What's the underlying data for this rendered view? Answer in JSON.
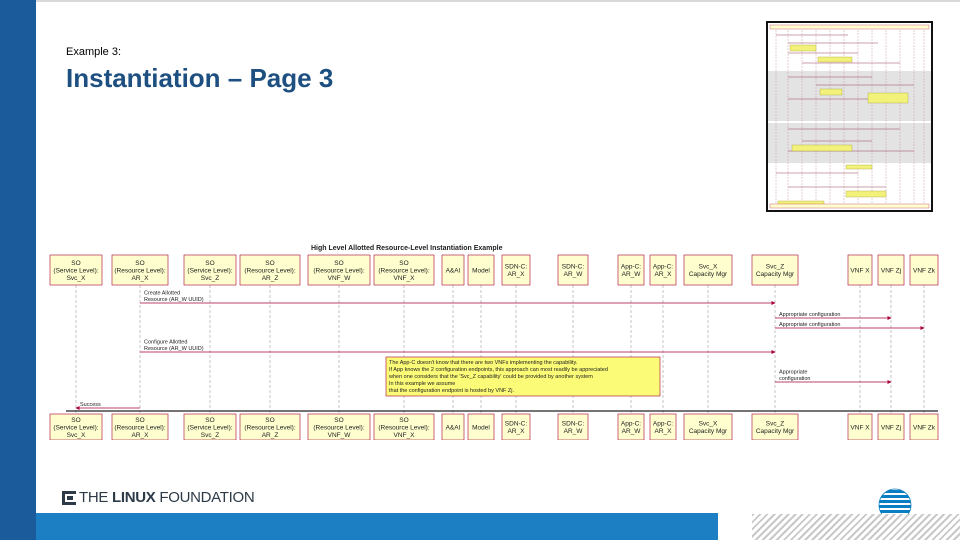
{
  "slide": {
    "example_label": "Example 3:",
    "title": "Instantiation – Page 3"
  },
  "footer": {
    "lf_logo": {
      "part1": "THE ",
      "part2": "LINUX",
      "part3": " FOUNDATION",
      "icon": "lf-bracket-icon"
    },
    "att_logo": {
      "icon": "att-globe-icon"
    }
  },
  "colors": {
    "left_bar": "#1c5b9b",
    "bottom_bar": "#1c7fc4",
    "title": "#1d4f80",
    "participant_fill": "#fefece",
    "participant_stroke": "#a80036",
    "note_fill": "#fbfb77"
  },
  "diagram": {
    "title": "High Level Allotted Resource-Level Instantiation Example",
    "participants": [
      {
        "lines": [
          "SO",
          "(Service Level):",
          "Svc_X"
        ]
      },
      {
        "lines": [
          "SO",
          "(Resource Level):",
          "AR_X"
        ]
      },
      {
        "lines": [
          "SO",
          "(Service Level):",
          "Svc_Z"
        ]
      },
      {
        "lines": [
          "SO",
          "(Resource Level):",
          "AR_Z"
        ]
      },
      {
        "lines": [
          "SO",
          "(Resource Level):",
          "VNF_W"
        ]
      },
      {
        "lines": [
          "SO",
          "(Resource Level):",
          "VNF_X"
        ]
      },
      {
        "lines": [
          "A&AI"
        ]
      },
      {
        "lines": [
          "Model"
        ]
      },
      {
        "lines": [
          "SDN-C:",
          "AR_X"
        ]
      },
      {
        "lines": [
          "SDN-C:",
          "AR_W"
        ]
      },
      {
        "lines": [
          "App-C:",
          "AR_W"
        ]
      },
      {
        "lines": [
          "App-C:",
          "AR_X"
        ]
      },
      {
        "lines": [
          "Svc_X",
          "Capacity Mgr"
        ]
      },
      {
        "lines": [
          "Svc_Z",
          "Capacity Mgr"
        ]
      },
      {
        "lines": [
          "VNF X"
        ]
      },
      {
        "lines": [
          "VNF Zj"
        ]
      },
      {
        "lines": [
          "VNF Zk"
        ]
      }
    ],
    "bottom_participants": [
      {
        "lines": [
          "SO",
          "(Service Level):",
          "Svc_X"
        ]
      },
      {
        "lines": [
          "SO",
          "(Resource Level):",
          "AR_X"
        ]
      },
      {
        "lines": [
          "SO",
          "(Service Level):",
          "Svc_Z"
        ]
      },
      {
        "lines": [
          "SO",
          "(Resource Level):",
          "AR_Z"
        ]
      },
      {
        "lines": [
          "SO",
          "(Resource Level):",
          "VNF_W"
        ]
      },
      {
        "lines": [
          "SO",
          "(Resource Level):",
          "VNF_X"
        ]
      },
      {
        "lines": [
          "A&AI"
        ]
      },
      {
        "lines": [
          "Model"
        ]
      },
      {
        "lines": [
          "SDN-C:",
          "AR_X"
        ]
      },
      {
        "lines": [
          "SDN-C:",
          "AR_W"
        ]
      },
      {
        "lines": [
          "App-C:",
          "AR_W"
        ]
      },
      {
        "lines": [
          "App-C:",
          "AR_X"
        ]
      },
      {
        "lines": [
          "Svc_X",
          "Capacity Mgr"
        ]
      },
      {
        "lines": [
          "Svc_Z",
          "Capacity Mgr"
        ]
      },
      {
        "lines": [
          "VNF X"
        ]
      },
      {
        "lines": [
          "VNF Zj"
        ]
      },
      {
        "lines": [
          "VNF Zk"
        ]
      }
    ],
    "messages": [
      {
        "from": 1,
        "to": 13,
        "lines": [
          "Create Allotted",
          "Resource (AR_W UUID)"
        ]
      },
      {
        "from": 13,
        "to": 15,
        "lines": [
          "Appropriate configuration"
        ]
      },
      {
        "from": 13,
        "to": 16,
        "lines": [
          "Appropriate configuration"
        ]
      },
      {
        "from": 1,
        "to": 13,
        "lines": [
          "Configure Allotted",
          "Resource (AR_W UUID)"
        ]
      },
      {
        "from": 13,
        "to": 15,
        "lines": [
          "Appropriate",
          "configuration"
        ]
      },
      {
        "from": 1,
        "to": 0,
        "lines": [
          "Success"
        ]
      }
    ],
    "note": {
      "lines": [
        "The App-C doesn't know that there are two VNFs implementing the capability.",
        "If App knows the 2 configuration endpoints, this approach can most readily be appreciated",
        "when one considers that the 'Svc_Z capability' could be provided by another system",
        "In this example we assume",
        "that the configuration endpoint is hosted by VNF Zj."
      ]
    }
  }
}
